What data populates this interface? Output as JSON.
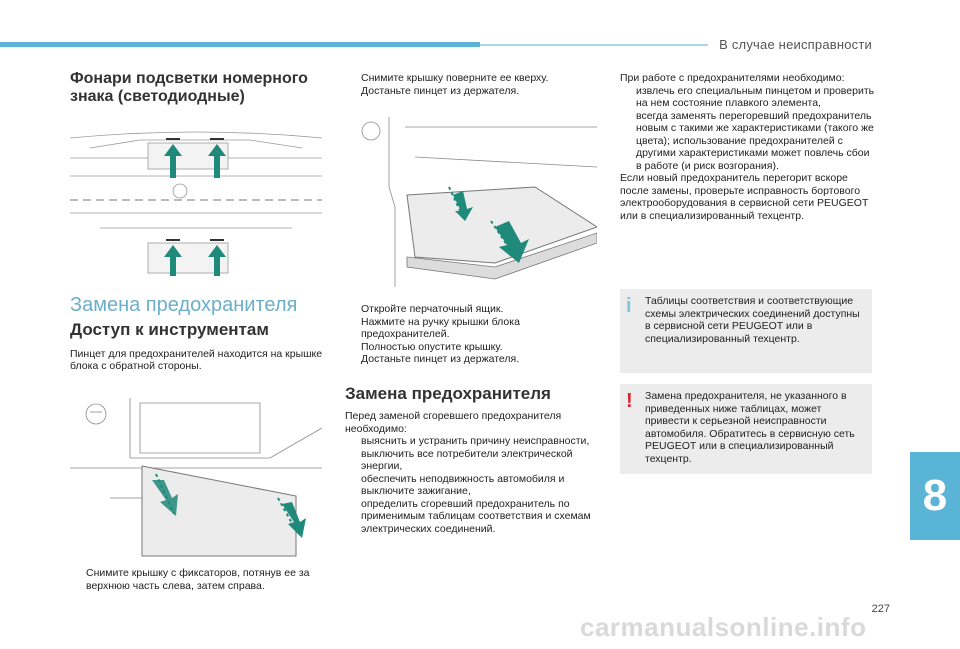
{
  "header": {
    "section_title": "В случае неисправности",
    "page_number": "227",
    "chapter": "8"
  },
  "watermark": "carmanualsonline.info",
  "col1": {
    "heading1": "Фонари подсветки номерного знака (светодиодные)",
    "section": "Замена предохранителя",
    "heading2": "Доступ к инструментам",
    "para": "Пинцет для предохранителей находится на крышке блока с обратной стороны.",
    "bullet": "Снимите крышку с фиксаторов, потянув ее за верхнюю часть слева, затем справа."
  },
  "col2": {
    "bullets_top": [
      "Снимите крышку поверните ее кверху.",
      "Достаньте пинцет из держателя."
    ],
    "bullets_mid": [
      "Откройте перчаточный ящик.",
      "Нажмите на ручку крышки блока предохранителей.",
      "Полностью опустите крышку.",
      "Достаньте пинцет из держателя."
    ],
    "heading": "Замена предохранителя",
    "para": "Перед заменой сгоревшего предохранителя необходимо:",
    "bullets_bottom": [
      "выяснить и устранить причину неисправности,",
      "выключить все потребители электрической энергии,",
      "обеспечить неподвижность автомобиля и выключите зажигание,",
      "определить сгоревший предохранитель по применимым таблицам соответствия и схемам электрических соединений."
    ]
  },
  "col3": {
    "para1": "При работе с предохранителями необходимо:",
    "bullets": [
      "извлечь его специальным пинцетом и проверить на нем состояние плавкого элемента,",
      "всегда заменять перегоревший предохранитель новым с такими же характеристиками (такого же цвета); использование предохранителей с другими характеристиками может повлечь сбои в работе (и риск возгорания)."
    ],
    "para2": "Если новый предохранитель перегорит вскоре после замены, проверьте исправность бортового электрооборудования в сервисной сети PEUGEOT или в специализированный техцентр.",
    "info_mark": "i",
    "info": "Таблицы соответствия и соответствующие схемы электрических соединений доступны в сервисной сети PEUGEOT или в специализированный техцентр.",
    "warn_mark": "!",
    "warning": "Замена предохранителя, не указанного в приведенных ниже таблицах, может привести к серьезной неисправности автомобиля. Обратитесь в сервисную сеть PEUGEOT или в специализированный техцентр."
  },
  "bullet_marker": "",
  "colors": {
    "accent": "#5ab4d6",
    "arrow": "#1f8a7a",
    "warning": "#e0212b",
    "info": "#7fc4e0"
  }
}
